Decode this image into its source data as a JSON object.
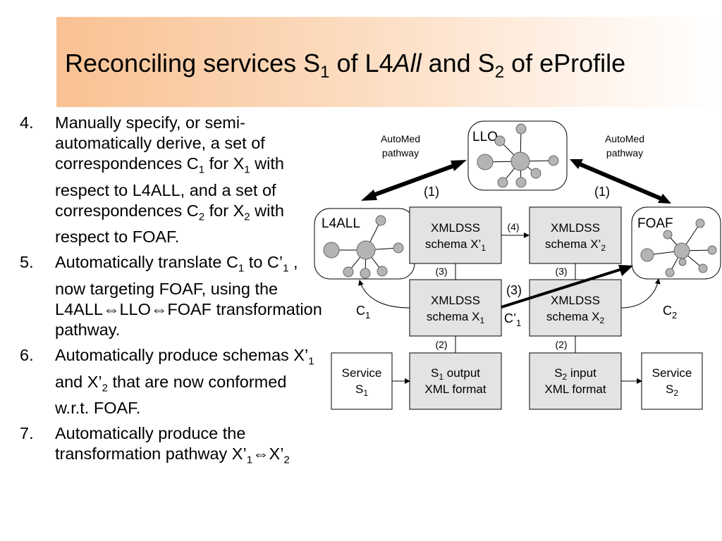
{
  "title": {
    "prefix": "Reconciling services S",
    "sub1": "1",
    "mid1": " of L4",
    "italic": "All",
    "mid2": " and S",
    "sub2": "2",
    "suffix": " of eProfile"
  },
  "steps": [
    {
      "number": "4.",
      "t1": "Manually specify, or semi-automatically derive, a set of correspondences C",
      "s1": "1",
      "t2": "  for X",
      "s2": "1",
      "t3": " with respect to L4ALL, and a set of correspondences C",
      "s3": "2",
      "t4": " for X",
      "s4": "2",
      "t5": " with respect to FOAF."
    },
    {
      "number": "5.",
      "t1": "Automatically translate C",
      "s1": "1",
      "t2": "  to C’",
      "s2": "1",
      "t3": " , now targeting FOAF, using the L4ALL",
      "a1": "⇔",
      "t4": "LLO",
      "a2": "⇔",
      "t5": "FOAF transformation pathway."
    },
    {
      "number": "6.",
      "t1": "Automatically produce schemas X’",
      "s1": "1",
      "t2": " and X’",
      "s2": "2",
      "t3": " that are now conformed w.r.t. FOAF."
    },
    {
      "number": "7.",
      "t1": "Automatically produce the transformation pathway X’",
      "s1": "1",
      "a1": "⇔",
      "t2": "X’",
      "s2": "2"
    }
  ],
  "diagram": {
    "llo": "LLO",
    "l4all": "L4ALL",
    "foaf": "FOAF",
    "automed_left": [
      "AutoMed",
      "pathway"
    ],
    "automed_right": [
      "AutoMed",
      "pathway"
    ],
    "step1_left": "(1)",
    "step1_right": "(1)",
    "step2_left": "(2)",
    "step2_right": "(2)",
    "step3_left": "(3)",
    "step3_right": "(3)",
    "step3_mid": "(3)",
    "step4": "(4)",
    "box_x1p": {
      "line1": "XMLDSS",
      "line2": "schema X’",
      "sub": "1"
    },
    "box_x2p": {
      "line1": "XMLDSS",
      "line2": "schema X’",
      "sub": "2"
    },
    "box_x1": {
      "line1": "XMLDSS",
      "line2": "schema X",
      "sub": "1"
    },
    "box_x2": {
      "line1": "XMLDSS",
      "line2": "schema X",
      "sub": "2"
    },
    "box_s1out": {
      "l1a": "S",
      "l1sub": "1",
      "l1b": " output",
      "line2": "XML format"
    },
    "box_s2in": {
      "l1a": "S",
      "l1sub": "2",
      "l1b": " input",
      "line2": "XML format"
    },
    "service1": {
      "line1": "Service",
      "l2a": "S",
      "l2sub": "1"
    },
    "service2": {
      "line1": "Service",
      "l2a": "S",
      "l2sub": "2"
    },
    "c1": {
      "a": "C",
      "sub": "1"
    },
    "c2": {
      "a": "C",
      "sub": "2"
    },
    "c1p": {
      "a": "C’",
      "sub": "1"
    },
    "colors": {
      "box_fill": "#e3e3e3",
      "node_fill": "#b4b4b4"
    }
  }
}
